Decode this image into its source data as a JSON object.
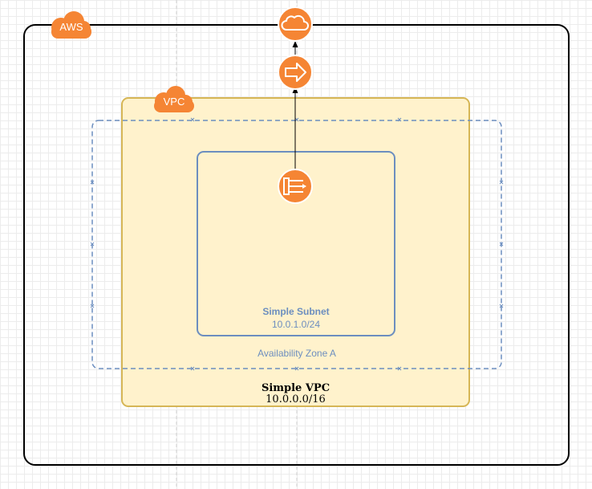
{
  "diagram": {
    "aws_group": {
      "badge_label": "AWS"
    },
    "vpc": {
      "badge_label": "VPC",
      "name": "Simple VPC",
      "cidr": "10.0.0.0/16",
      "fill_color": "#fff2cc",
      "stroke_color": "#d6b656"
    },
    "availability_zone": {
      "label": "Availability Zone A",
      "stroke_color": "#6c8ebf"
    },
    "subnet": {
      "name": "Simple Subnet",
      "cidr": "10.0.1.0/24",
      "stroke_color": "#6c8ebf"
    },
    "icons": {
      "cloud": "cloud-icon",
      "gateway": "arrow-right-icon",
      "load_balancer": "load-balancer-icon"
    },
    "colors": {
      "aws_orange": "#f58534",
      "connector": "#000000"
    }
  }
}
